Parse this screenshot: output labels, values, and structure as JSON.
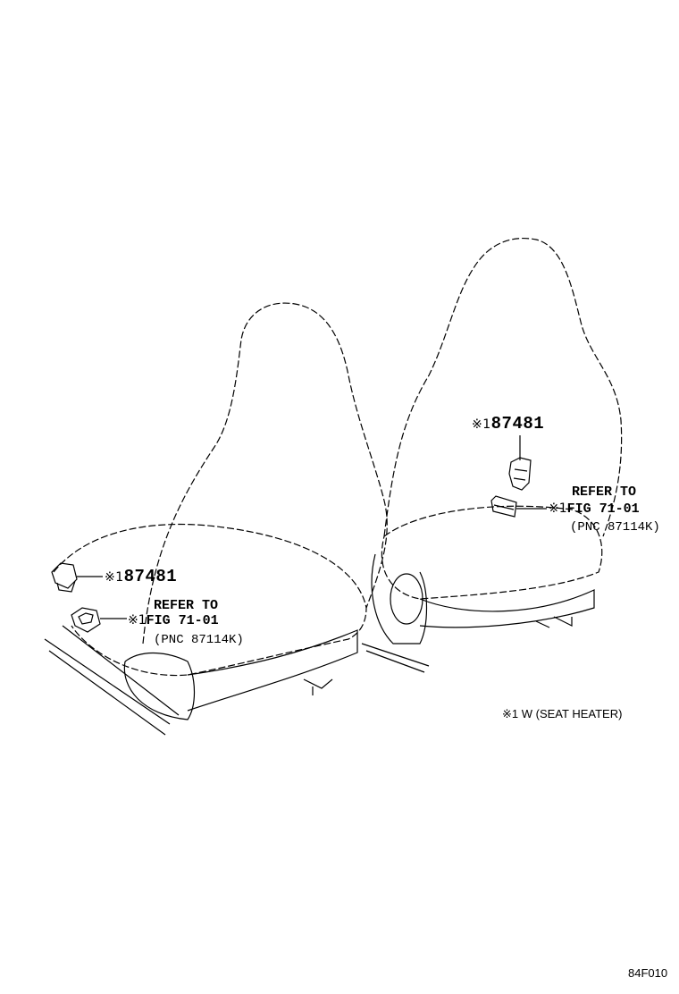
{
  "callouts": [
    {
      "mark": "※1",
      "part_number": "87481"
    },
    {
      "mark": "※1",
      "refer_line1": "REFER TO",
      "refer_line2": "FIG 71-01",
      "pnc": "(PNC 87114K)"
    },
    {
      "mark": "※1",
      "part_number": "87481"
    },
    {
      "mark": "※1",
      "refer_line1": "REFER TO",
      "refer_line2": "FIG 71-01",
      "pnc": "(PNC 87114K)"
    }
  ],
  "legend": {
    "mark": "※1",
    "text": "W (SEAT HEATER)"
  },
  "figure_code": "84F010"
}
